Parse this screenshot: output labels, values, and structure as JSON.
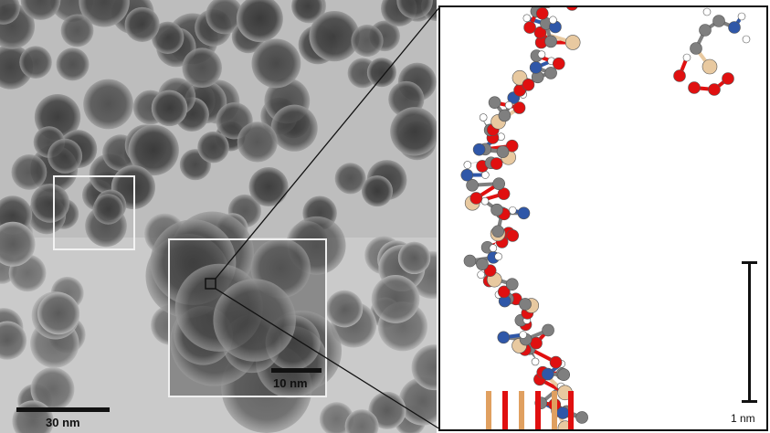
{
  "tem_image": {
    "scale_bar_label": "30 nm",
    "inset_scale_bar_label": "10 nm"
  },
  "molecular_model": {
    "scale_bar_label": "1 nm",
    "atom_colors": {
      "carbon": "#7f7f7f",
      "nitrogen": "#2f57a8",
      "oxygen": "#e01010",
      "silicon": "#e8c9a0",
      "hydrogen": "#ffffff"
    }
  }
}
